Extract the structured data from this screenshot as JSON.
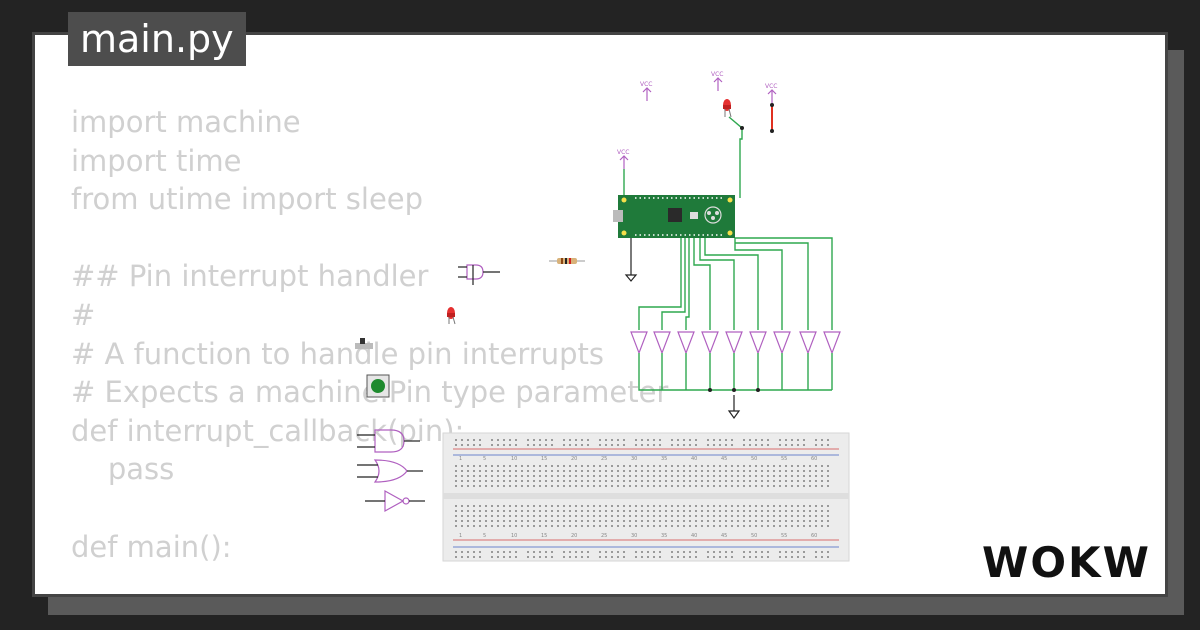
{
  "editor": {
    "filename": "main.py",
    "code_lines": [
      "import machine",
      "import time",
      "from utime import sleep",
      "",
      "## Pin interrupt handler",
      "#",
      "# A function to handle pin interrupts",
      "# Expects a machine.Pin type parameter",
      "def interrupt_callback(pin):",
      "    pass",
      "",
      "def main():"
    ]
  },
  "diagram": {
    "vcc_labels": [
      "VCC",
      "VCC",
      "VCC",
      "VCC"
    ],
    "breadboard_column_numbers": [
      "1",
      "5",
      "10",
      "15",
      "20",
      "25",
      "30",
      "35",
      "40",
      "45",
      "50",
      "55",
      "60"
    ]
  },
  "brand": {
    "logo_text": "WOKWi"
  },
  "colors": {
    "wire_green": "#2fa84f",
    "wire_red": "#e03020",
    "vcc_purple": "#b060c0",
    "board_green": "#1f7a3a",
    "code_gray": "#d0d0d0",
    "tab_bg": "#4d4d4d"
  }
}
